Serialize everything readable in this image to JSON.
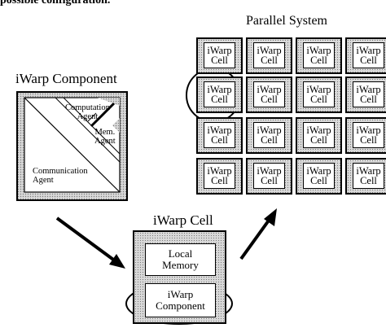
{
  "caption": "possible configuration.",
  "component": {
    "title": "iWarp  Component",
    "computation_agent": [
      "Computation",
      "Agent"
    ],
    "memory_agent": [
      "Mem.",
      "Agent"
    ],
    "communication_agent": [
      "Communication",
      "Agent"
    ]
  },
  "parallel_system": {
    "title": "Parallel  System",
    "cells": [
      [
        "iWarp",
        "Cell"
      ],
      [
        "iWarp",
        "Cell"
      ],
      [
        "iWarp",
        "Cell"
      ],
      [
        "iWarp",
        "Cell"
      ],
      [
        "iWarp",
        "Cell"
      ],
      [
        "iWarp",
        "Cell"
      ],
      [
        "iWarp",
        "Cell"
      ],
      [
        "iWarp",
        "Cell"
      ],
      [
        "iWarp",
        "Cell"
      ],
      [
        "iWarp",
        "Cell"
      ],
      [
        "iWarp",
        "Cell"
      ],
      [
        "iWarp",
        "Cell"
      ],
      [
        "iWarp",
        "Cell"
      ],
      [
        "iWarp",
        "Cell"
      ],
      [
        "iWarp",
        "Cell"
      ],
      [
        "iWarp",
        "Cell"
      ]
    ],
    "rows": 4,
    "cols": 4,
    "highlighted_cell_index": 4
  },
  "iwarp_cell": {
    "title": "iWarp Cell",
    "local_memory": [
      "Local",
      "Memory"
    ],
    "component": [
      "iWarp",
      "Component"
    ]
  }
}
